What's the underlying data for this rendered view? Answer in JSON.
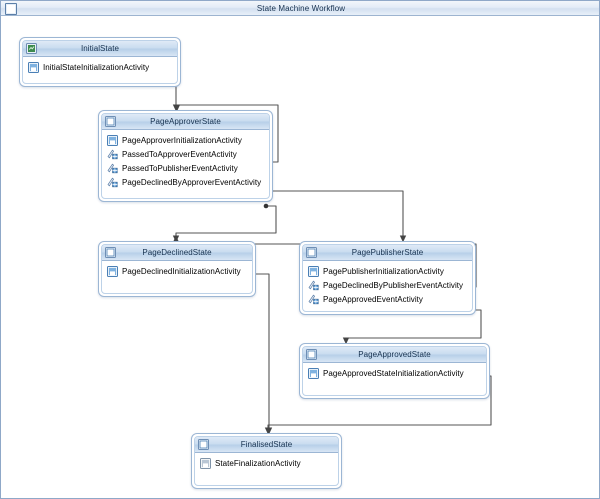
{
  "window": {
    "title": "State Machine Workflow",
    "icon": "window-square-icon"
  },
  "colors": {
    "header_gradient_top": "#dfeaf7",
    "header_gradient_bottom": "#b6cfe8",
    "border": "#9cb6d4",
    "wire": "#555555",
    "text": "#16314f"
  },
  "states": [
    {
      "id": "initial",
      "name": "InitialState",
      "icon": "state-initial-icon",
      "activities": [
        {
          "name": "InitialStateInitializationActivity",
          "icon": "initialization-activity-icon"
        }
      ]
    },
    {
      "id": "approver",
      "name": "PageApproverState",
      "icon": "state-icon",
      "activities": [
        {
          "name": "PageApproverInitializationActivity",
          "icon": "initialization-activity-icon"
        },
        {
          "name": "PassedToApproverEventActivity",
          "icon": "event-activity-icon"
        },
        {
          "name": "PassedToPublisherEventActivity",
          "icon": "event-activity-icon"
        },
        {
          "name": "PageDeclinedByApproverEventActivity",
          "icon": "event-activity-icon"
        }
      ]
    },
    {
      "id": "declined",
      "name": "PageDeclinedState",
      "icon": "state-icon",
      "activities": [
        {
          "name": "PageDeclinedInitializationActivity",
          "icon": "initialization-activity-icon"
        }
      ]
    },
    {
      "id": "publisher",
      "name": "PagePublisherState",
      "icon": "state-icon",
      "activities": [
        {
          "name": "PagePublisherInitializationActivity",
          "icon": "initialization-activity-icon"
        },
        {
          "name": "PageDeclinedByPublisherEventActivity",
          "icon": "event-activity-icon"
        },
        {
          "name": "PageApprovedEventActivity",
          "icon": "event-activity-icon"
        }
      ]
    },
    {
      "id": "approved",
      "name": "PageApprovedState",
      "icon": "state-icon",
      "activities": [
        {
          "name": "PageApprovedStateInitializationActivity",
          "icon": "initialization-activity-icon"
        }
      ]
    },
    {
      "id": "finalised",
      "name": "FinalisedState",
      "icon": "state-icon",
      "activities": [
        {
          "name": "StateFinalizationActivity",
          "icon": "finalization-activity-icon"
        }
      ]
    }
  ],
  "transitions": [
    {
      "from": "InitialStateInitializationActivity",
      "to": "PageApproverState"
    },
    {
      "from": "PassedToApproverEventActivity",
      "to": "PageApproverState"
    },
    {
      "from": "PassedToPublisherEventActivity",
      "to": "PagePublisherState"
    },
    {
      "from": "PageDeclinedByApproverEventActivity",
      "to": "PageDeclinedState"
    },
    {
      "from": "PageDeclinedByPublisherEventActivity",
      "to": "PageDeclinedState"
    },
    {
      "from": "PageApprovedEventActivity",
      "to": "PageApprovedState"
    },
    {
      "from": "PageDeclinedInitializationActivity",
      "to": "FinalisedState"
    },
    {
      "from": "PageApprovedStateInitializationActivity",
      "to": "FinalisedState"
    }
  ]
}
